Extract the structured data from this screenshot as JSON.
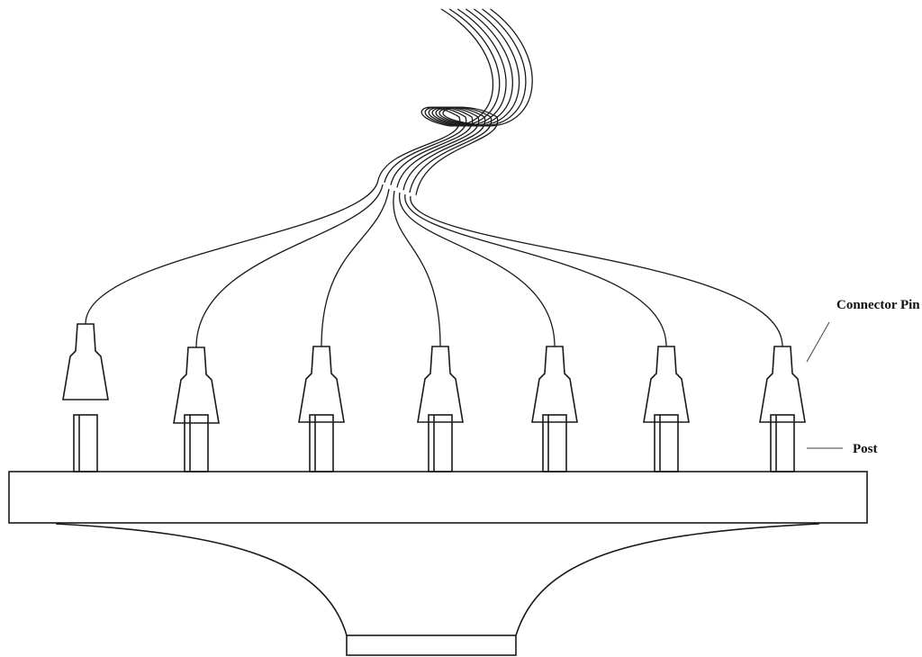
{
  "labels": {
    "connector_pin": "Connector Pin",
    "post": "Post"
  },
  "pin_count": 7,
  "colors": {
    "ink": "#1a1a1a",
    "background": "#ffffff"
  }
}
